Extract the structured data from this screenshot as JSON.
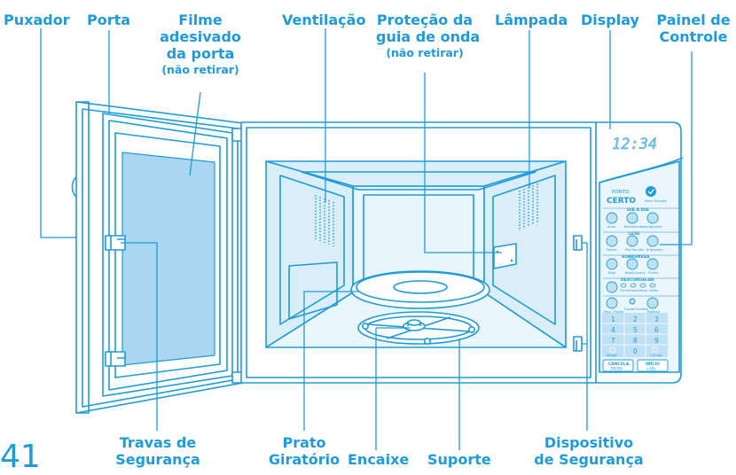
{
  "labels": {
    "puxador": "Puxador",
    "porta": "Porta",
    "filme_line1": "Filme",
    "filme_line2": "adesivado",
    "filme_line3": "da porta",
    "filme_note": "(não retirar)",
    "ventilacao": "Ventilação",
    "protecao_line1": "Proteção da",
    "protecao_line2": "guia de onda",
    "protecao_note": "(não retirar)",
    "lampada": "Lâmpada",
    "display": "Display",
    "painel_line1": "Painel de",
    "painel_line2": "Controle",
    "travas_line1": "Travas de",
    "travas_line2": "Segurança",
    "prato_line1": "Prato",
    "prato_line2": "Giratório",
    "encaixe": "Encaixe",
    "suporte": "Suporte",
    "dispositivo_line1": "Dispositivo",
    "dispositivo_line2": "de Segurança"
  },
  "page_number": "41",
  "panel": {
    "clock": "12:34",
    "brand_top": "PONTO",
    "brand_main": "CERTO",
    "ponto_key_label": "Menu Receitas",
    "dia_a_dia": "DIA A DIA",
    "row1": [
      "Arroz",
      "Recomendado",
      "Legumes"
    ],
    "leve": "LEVE",
    "row2": [
      "Peixes",
      "Pão francês",
      "Brigadeiro"
    ],
    "sobremesa": "SOBREMESA",
    "row3": [
      "Bolo",
      "Bolo/Caneca",
      "Pudim"
    ],
    "descongelar": "DESCONGELAR",
    "row4": [
      "Carne",
      "Frango",
      "Peixe",
      "Feijão"
    ],
    "row5": [
      "Peso / Porção",
      "Função Favorita",
      "Potência"
    ],
    "digits": [
      "1",
      "2",
      "3",
      "4",
      "5",
      "6",
      "7",
      "8",
      "9",
      "0"
    ],
    "relogio": "Relógio",
    "adicionar": "+30 seg",
    "cancela_1": "CANCELA",
    "cancela_2": "PAUSA",
    "inicio_1": "INÍCIO",
    "inicio_2": "+30s"
  },
  "colors": {
    "label": "#1f9bd7",
    "line": "#1f9bd7",
    "glass": "#a9d7f1",
    "cavity": "#d9eef9",
    "panel": "#eaf5fc"
  }
}
